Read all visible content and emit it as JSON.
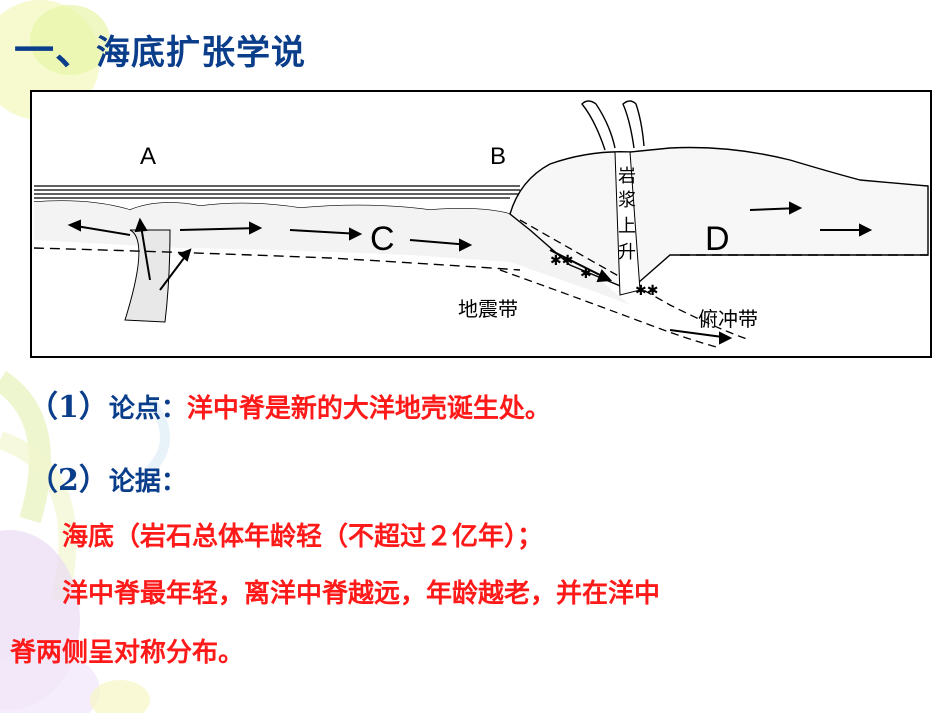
{
  "heading": {
    "num": "一、",
    "text": "海底扩张学说"
  },
  "diagram": {
    "label_a": "A",
    "label_b": "B",
    "label_c": "C",
    "label_d": "D",
    "magma_chars": [
      "岩",
      "浆",
      "上",
      "升"
    ],
    "earthquake_belt": "地震带",
    "subduction_belt": "俯冲带"
  },
  "point": {
    "num": "（1）",
    "label": "论点：",
    "text": "洋中脊是新的大洋地壳诞生处。"
  },
  "evidence": {
    "num": "（2）",
    "label": "论据："
  },
  "evidence_line1": "海底（岩石总体年龄轻（不超过２亿年）；",
  "evidence_line2": "洋中脊最年轻，离洋中脊越远，年龄越老，并在洋中",
  "evidence_line3": "脊两侧呈对称分布。"
}
